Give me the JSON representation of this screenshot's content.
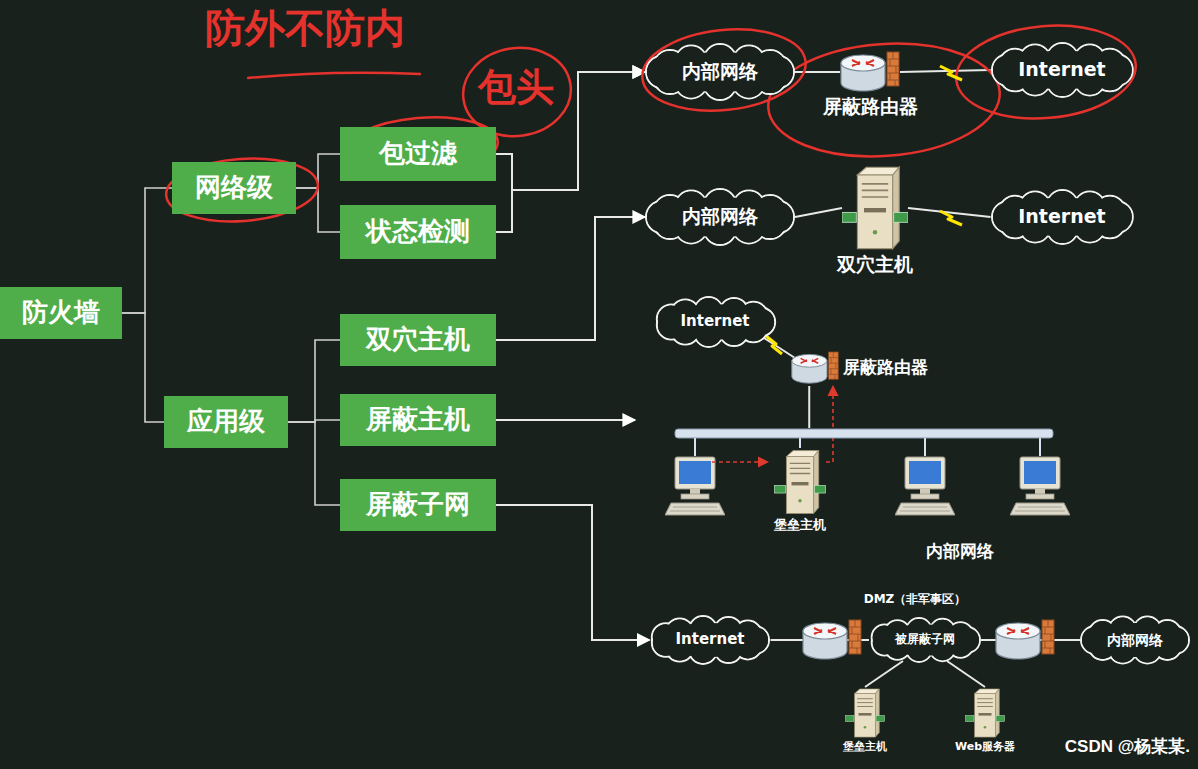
{
  "diagram": {
    "nodes": [
      {
        "text": [
          "防火墙"
        ]
      },
      {
        "text": [
          "网络级"
        ]
      },
      {
        "text": [
          "包过滤"
        ]
      },
      {
        "text": [
          "状态检测"
        ]
      },
      {
        "text": [
          "应用级"
        ]
      },
      {
        "text": [
          "双穴主机"
        ]
      },
      {
        "text": [
          "屏蔽主机"
        ]
      },
      {
        "text": [
          "屏蔽子网"
        ]
      },
      {
        "text": [
          "内部网络"
        ]
      },
      {
        "text": [
          "屏蔽路由器"
        ]
      },
      {
        "text": [
          "Internet"
        ]
      },
      {
        "text": [
          "内部网络"
        ]
      },
      {
        "text": [
          "双穴主机"
        ]
      },
      {
        "text": [
          "Internet"
        ]
      },
      {
        "text": [
          "Internet"
        ]
      },
      {
        "text": [
          "屏蔽路由器"
        ]
      },
      {
        "text": [
          "内部网络"
        ]
      },
      {
        "text": [
          "堡垒主机"
        ],
        "in": 16
      },
      {
        "text": [
          "Internet"
        ]
      },
      {
        "text": [
          "被屏蔽子网"
        ]
      },
      {
        "text": [
          "内部网络"
        ]
      },
      {
        "text": [
          "堡垒主机"
        ]
      },
      {
        "text": [
          "Web服务器"
        ]
      }
    ],
    "edges": [
      {
        "from": 0,
        "to": 1,
        "arrow": "none"
      },
      {
        "from": 0,
        "to": 4,
        "arrow": "none"
      },
      {
        "from": 1,
        "to": 2,
        "arrow": "none"
      },
      {
        "from": 1,
        "to": 3,
        "arrow": "none"
      },
      {
        "from": 4,
        "to": 5,
        "arrow": "none"
      },
      {
        "from": 4,
        "to": 6,
        "arrow": "none"
      },
      {
        "from": 4,
        "to": 7,
        "arrow": "none"
      },
      {
        "from": 2,
        "to": 8,
        "arrow": "to"
      },
      {
        "from": 3,
        "to": 8,
        "arrow": "to"
      },
      {
        "from": 5,
        "to": 11,
        "arrow": "to"
      },
      {
        "from": 6,
        "to": 16,
        "arrow": "to"
      },
      {
        "from": 7,
        "to": 18,
        "arrow": "to"
      },
      {
        "from": 8,
        "to": 9,
        "arrow": "none"
      },
      {
        "from": 9,
        "to": 10,
        "arrow": "none"
      },
      {
        "from": 11,
        "to": 12,
        "arrow": "none"
      },
      {
        "from": 12,
        "to": 13,
        "arrow": "none"
      },
      {
        "from": 14,
        "to": 15,
        "arrow": "none"
      },
      {
        "from": 15,
        "to": 16,
        "arrow": "none"
      },
      {
        "from": 17,
        "to": 15,
        "arrow": "to"
      },
      {
        "from": 18,
        "to": 19,
        "arrow": "none"
      },
      {
        "from": 19,
        "to": 20,
        "arrow": "none"
      },
      {
        "from": 19,
        "to": 21,
        "arrow": "none"
      },
      {
        "from": 19,
        "to": 22,
        "arrow": "none"
      }
    ],
    "labels": [
      "防外不防内",
      "包头",
      "DMZ（非军事区）",
      "CSDN @杨某某."
    ]
  }
}
